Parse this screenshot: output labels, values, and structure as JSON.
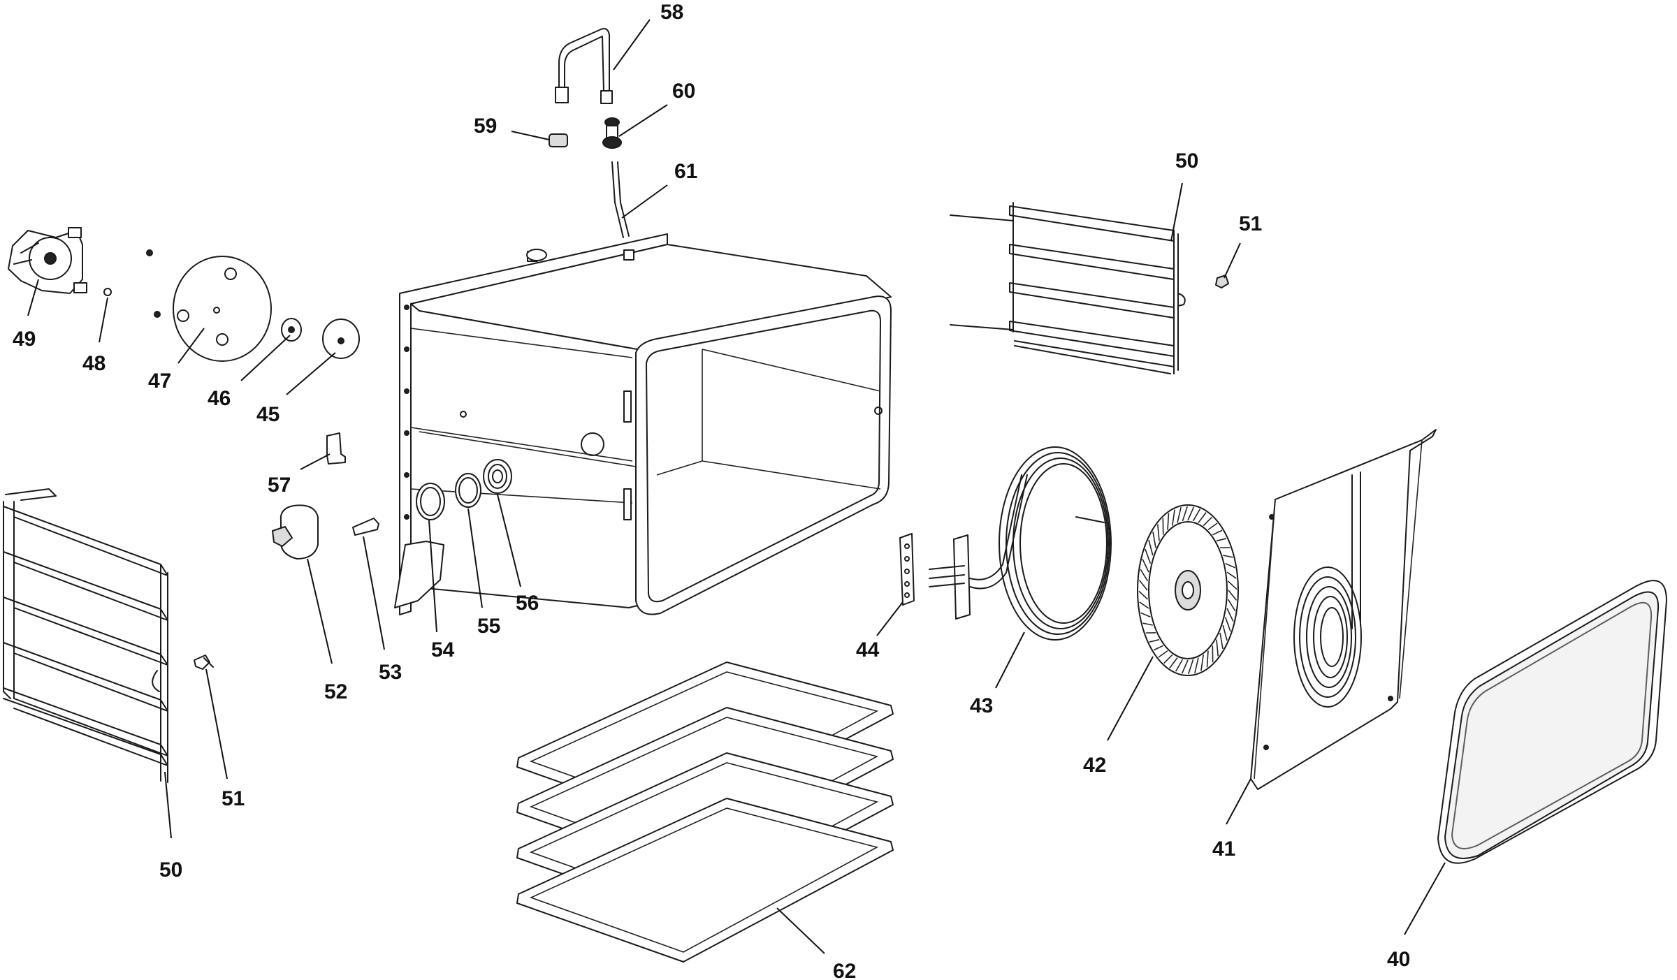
{
  "diagram": {
    "callouts": [
      {
        "id": "c58",
        "text": "58"
      },
      {
        "id": "c60",
        "text": "60"
      },
      {
        "id": "c59",
        "text": "59"
      },
      {
        "id": "c61",
        "text": "61"
      },
      {
        "id": "c50a",
        "text": "50"
      },
      {
        "id": "c51a",
        "text": "51"
      },
      {
        "id": "c49",
        "text": "49"
      },
      {
        "id": "c48",
        "text": "48"
      },
      {
        "id": "c47",
        "text": "47"
      },
      {
        "id": "c46",
        "text": "46"
      },
      {
        "id": "c45",
        "text": "45"
      },
      {
        "id": "c57",
        "text": "57"
      },
      {
        "id": "c52",
        "text": "52"
      },
      {
        "id": "c53",
        "text": "53"
      },
      {
        "id": "c54",
        "text": "54"
      },
      {
        "id": "c55",
        "text": "55"
      },
      {
        "id": "c56",
        "text": "56"
      },
      {
        "id": "c44",
        "text": "44"
      },
      {
        "id": "c43",
        "text": "43"
      },
      {
        "id": "c42",
        "text": "42"
      },
      {
        "id": "c41",
        "text": "41"
      },
      {
        "id": "c40",
        "text": "40"
      },
      {
        "id": "c51b",
        "text": "51"
      },
      {
        "id": "c50b",
        "text": "50"
      },
      {
        "id": "c62",
        "text": "62"
      }
    ]
  }
}
